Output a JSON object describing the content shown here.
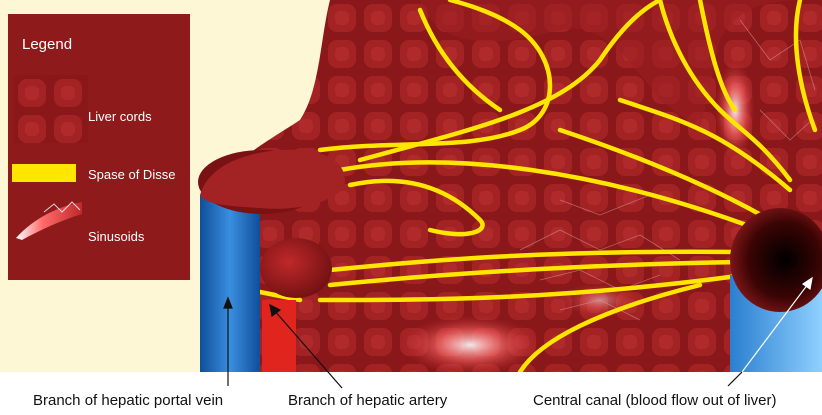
{
  "legend": {
    "title": "Legend",
    "items": [
      {
        "label": "Liver cords"
      },
      {
        "label": "Spase of Disse"
      },
      {
        "label": "Sinusoids"
      }
    ]
  },
  "captions": {
    "portal_vein": "Branch of hepatic portal vein",
    "hepatic_artery": "Branch of hepatic artery",
    "central_canal": "Central canal (blood flow out of liver)"
  },
  "colors": {
    "liver": "#8e1a1c",
    "disse": "#ffe600",
    "portal_vein": "#1f6fc2",
    "artery": "#e0251e",
    "background": "#fdf7d6"
  }
}
